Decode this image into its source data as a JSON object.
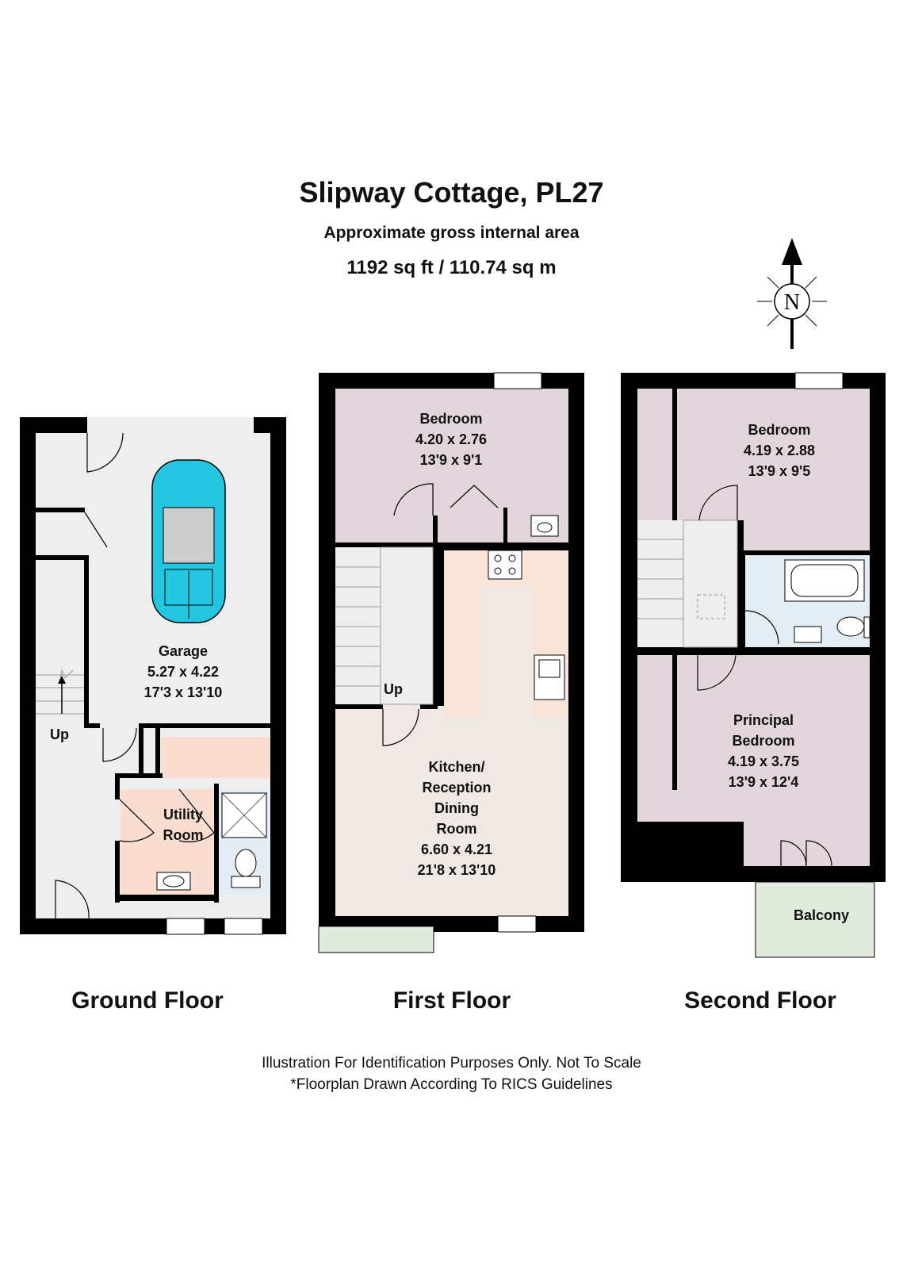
{
  "header": {
    "title": "Slipway Cottage, PL27",
    "subtitle": "Approximate gross internal area",
    "area": "1192 sq ft  /  110.74 sq m"
  },
  "compass": {
    "label": "N"
  },
  "floors": {
    "ground": {
      "label": "Ground Floor",
      "up": "Up",
      "garage": {
        "name": "Garage",
        "metric": "5.27 x 4.22",
        "imperial": "17'3 x 13'10"
      },
      "utility": {
        "name1": "Utility",
        "name2": "Room"
      }
    },
    "first": {
      "label": "First Floor",
      "up": "Up",
      "bedroom": {
        "name": "Bedroom",
        "metric": "4.20 x 2.76",
        "imperial": "13'9 x 9'1"
      },
      "kitchen": {
        "name1": "Kitchen/",
        "name2": "Reception",
        "name3": "Dining",
        "name4": "Room",
        "metric": "6.60 x 4.21",
        "imperial": "21'8 x 13'10"
      }
    },
    "second": {
      "label": "Second Floor",
      "bedroom": {
        "name": "Bedroom",
        "metric": "4.19 x 2.88",
        "imperial": "13'9 x 9'5"
      },
      "principal": {
        "name1": "Principal",
        "name2": "Bedroom",
        "metric": "4.19 x 3.75",
        "imperial": "13'9 x 12'4"
      },
      "balcony": "Balcony"
    }
  },
  "footer": {
    "line1": "Illustration For Identification Purposes Only. Not To Scale",
    "line2": "*Floorplan Drawn According To RICS Guidelines"
  },
  "colors": {
    "wall": "#000000",
    "circulation": "#eeeeee",
    "bedroom": "#e2d5dc",
    "kitchen_living": "#f0e8e4",
    "kitchen_units": "#f8e4d8",
    "utility": "#f8ddd0",
    "bathroom": "#e4ecf4",
    "balcony": "#e0ebdd",
    "car": "#22c6e0"
  }
}
